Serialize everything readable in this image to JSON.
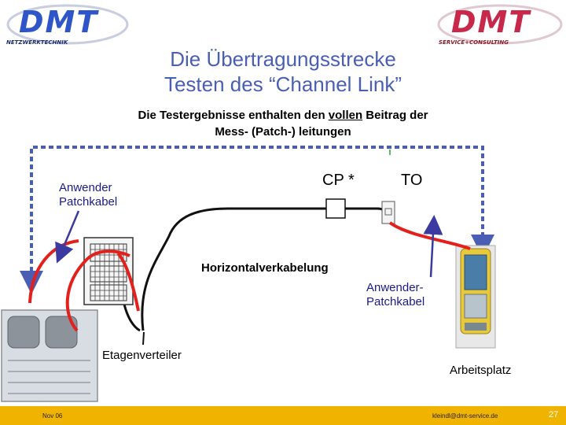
{
  "logos": {
    "left": {
      "text": "DMT",
      "tagline": "NETZWERKTECHNIK"
    },
    "right": {
      "text": "DMT",
      "tagline": "SERVICE+CONSULTING"
    }
  },
  "title": {
    "line1": "Die Übertragungsstrecke",
    "line2": "Testen des “Channel Link”"
  },
  "subtitle": {
    "before": "Die Testergebnisse enthalten den ",
    "underlined": "vollen",
    "after": " Beitrag der",
    "line2": "Mess- (Patch-) leitungen"
  },
  "labels": {
    "cp": "CP *",
    "to": "TO",
    "anwender_patchkabel_line1": "Anwender",
    "anwender_patchkabel_line2": "Patchkabel",
    "horizontal": "Horizontalverkabelung",
    "anwender_patchkabel_right_line1": "Anwender-",
    "anwender_patchkabel_right_line2": "Patchkabel",
    "etagenverteiler": "Etagenverteiler",
    "arbeitsplatz": "Arbeitsplatz"
  },
  "footer": {
    "date": "Nov 06",
    "email": "kleindl@dmt-service.de",
    "page": "27"
  },
  "colors": {
    "title": "#4a5fb4",
    "dashed_link": "#4a5fb4",
    "patch_cable": "#e3201b",
    "arrow": "#3a3aa0",
    "footer": "#f0b400"
  }
}
